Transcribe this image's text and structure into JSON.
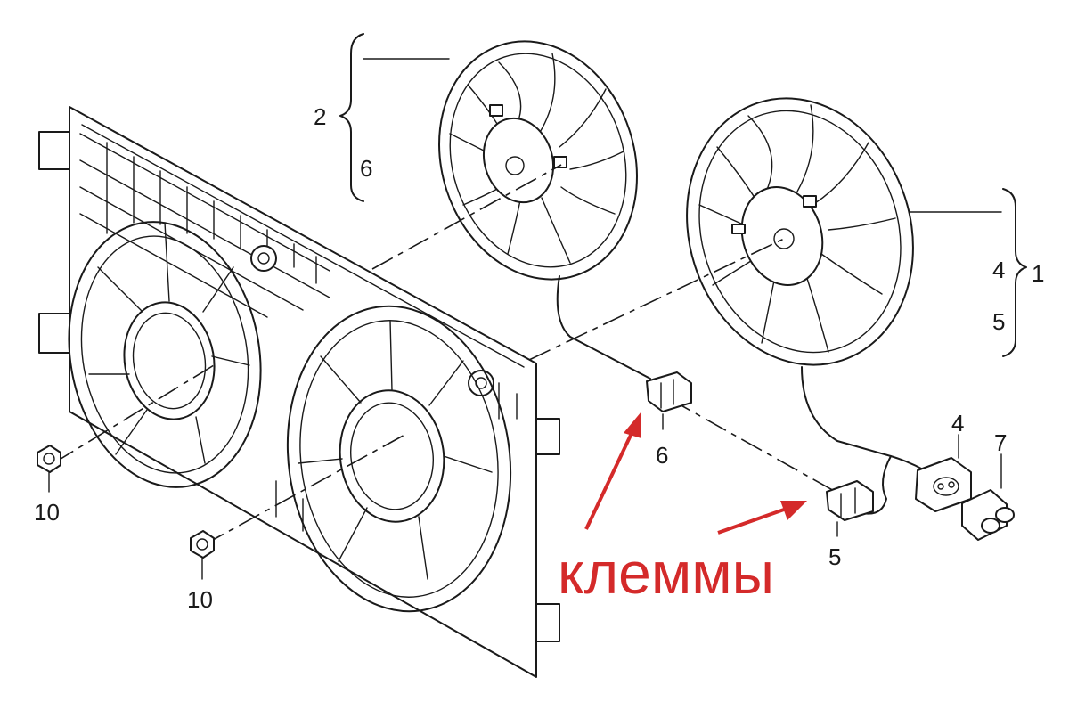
{
  "callouts": {
    "c1": "1",
    "c2": "2",
    "c4_bracket": "4",
    "c5_bracket": "5",
    "c6_bracket": "6",
    "c4_plug": "4",
    "c7_plug": "7",
    "c6_connector": "6",
    "c5_connector": "5",
    "c10_upper": "10",
    "c10_lower": "10"
  },
  "annotation": {
    "text": "клеммы",
    "color": "#d42a2a"
  }
}
